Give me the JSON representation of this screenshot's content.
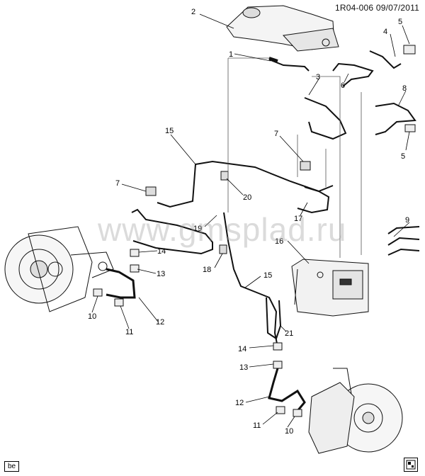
{
  "header": {
    "diagram_id": "1R04-006",
    "date": "09/07/2011"
  },
  "watermark": "www.gmsplad.ru",
  "corner_tag": "be",
  "callouts": {
    "c1": "1",
    "c2": "2",
    "c3": "3",
    "c4": "4",
    "c5a": "5",
    "c5b": "5",
    "c6": "6",
    "c7a": "7",
    "c7b": "7",
    "c8": "8",
    "c9": "9",
    "c10a": "10",
    "c10b": "10",
    "c11a": "11",
    "c11b": "11",
    "c12a": "12",
    "c12b": "12",
    "c13a": "13",
    "c13b": "13",
    "c14a": "14",
    "c14b": "14",
    "c15a": "15",
    "c15b": "15",
    "c16": "16",
    "c17": "17",
    "c18": "18",
    "c19": "19",
    "c20": "20",
    "c21": "21"
  }
}
